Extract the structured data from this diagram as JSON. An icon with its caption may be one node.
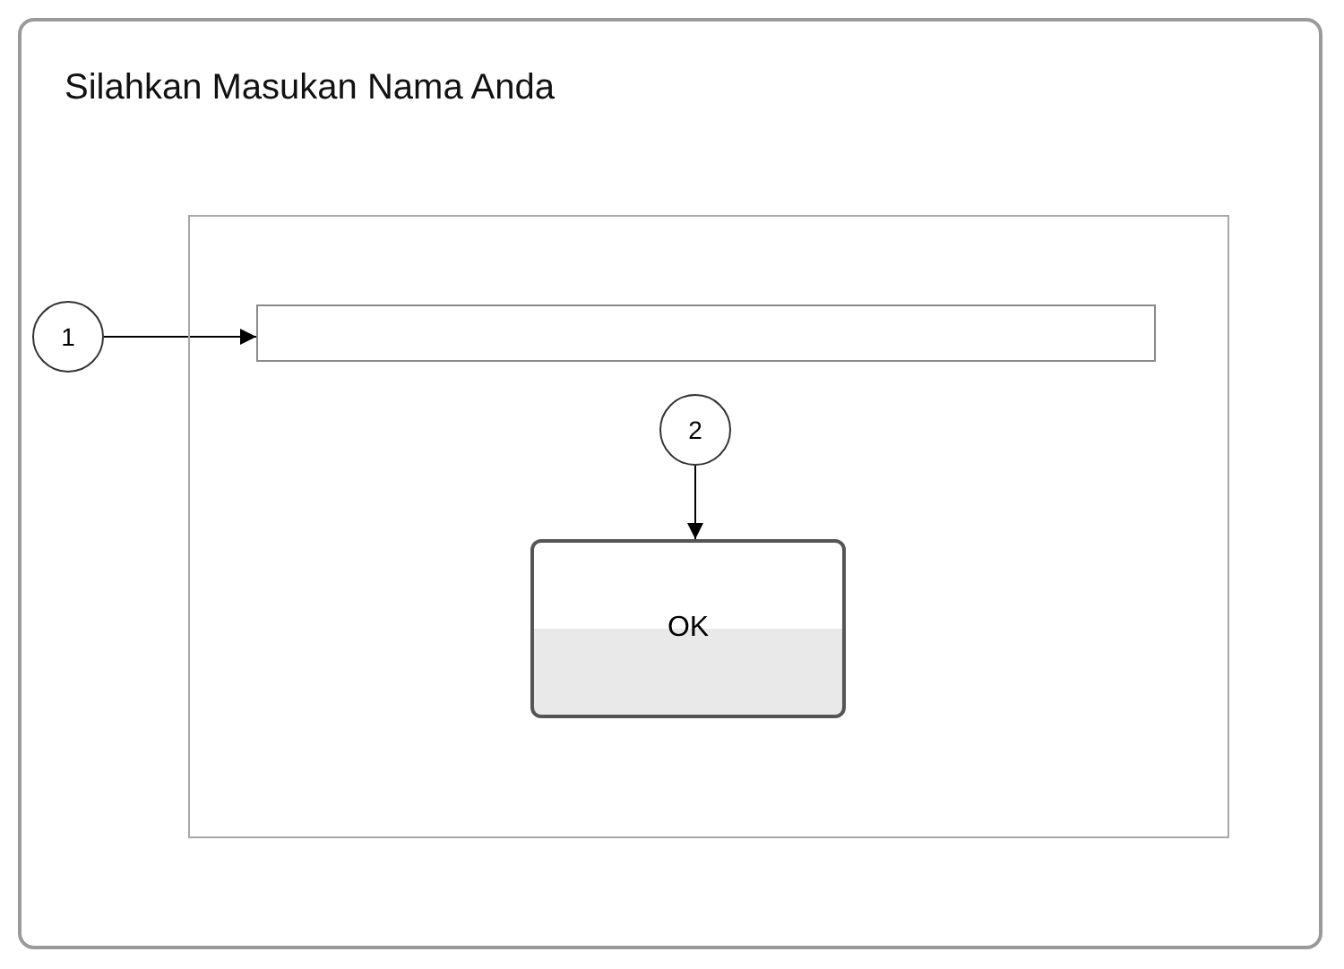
{
  "diagram": {
    "nodes": [
      {
        "text": [
          "Silahkan Masukan Nama Anda"
        ]
      },
      {
        "text": [],
        "shape": "box",
        "in": 0
      },
      {
        "text": [
          "1"
        ],
        "in": 0
      },
      {
        "text": [],
        "shape": "box",
        "in": 1
      },
      {
        "text": [
          "2"
        ],
        "in": 1
      },
      {
        "text": [
          "OK"
        ],
        "in": 1
      }
    ],
    "edges": [
      {
        "from": 2,
        "to": 3,
        "arrow": "to"
      },
      {
        "from": 4,
        "to": 5,
        "arrow": "to"
      }
    ]
  }
}
